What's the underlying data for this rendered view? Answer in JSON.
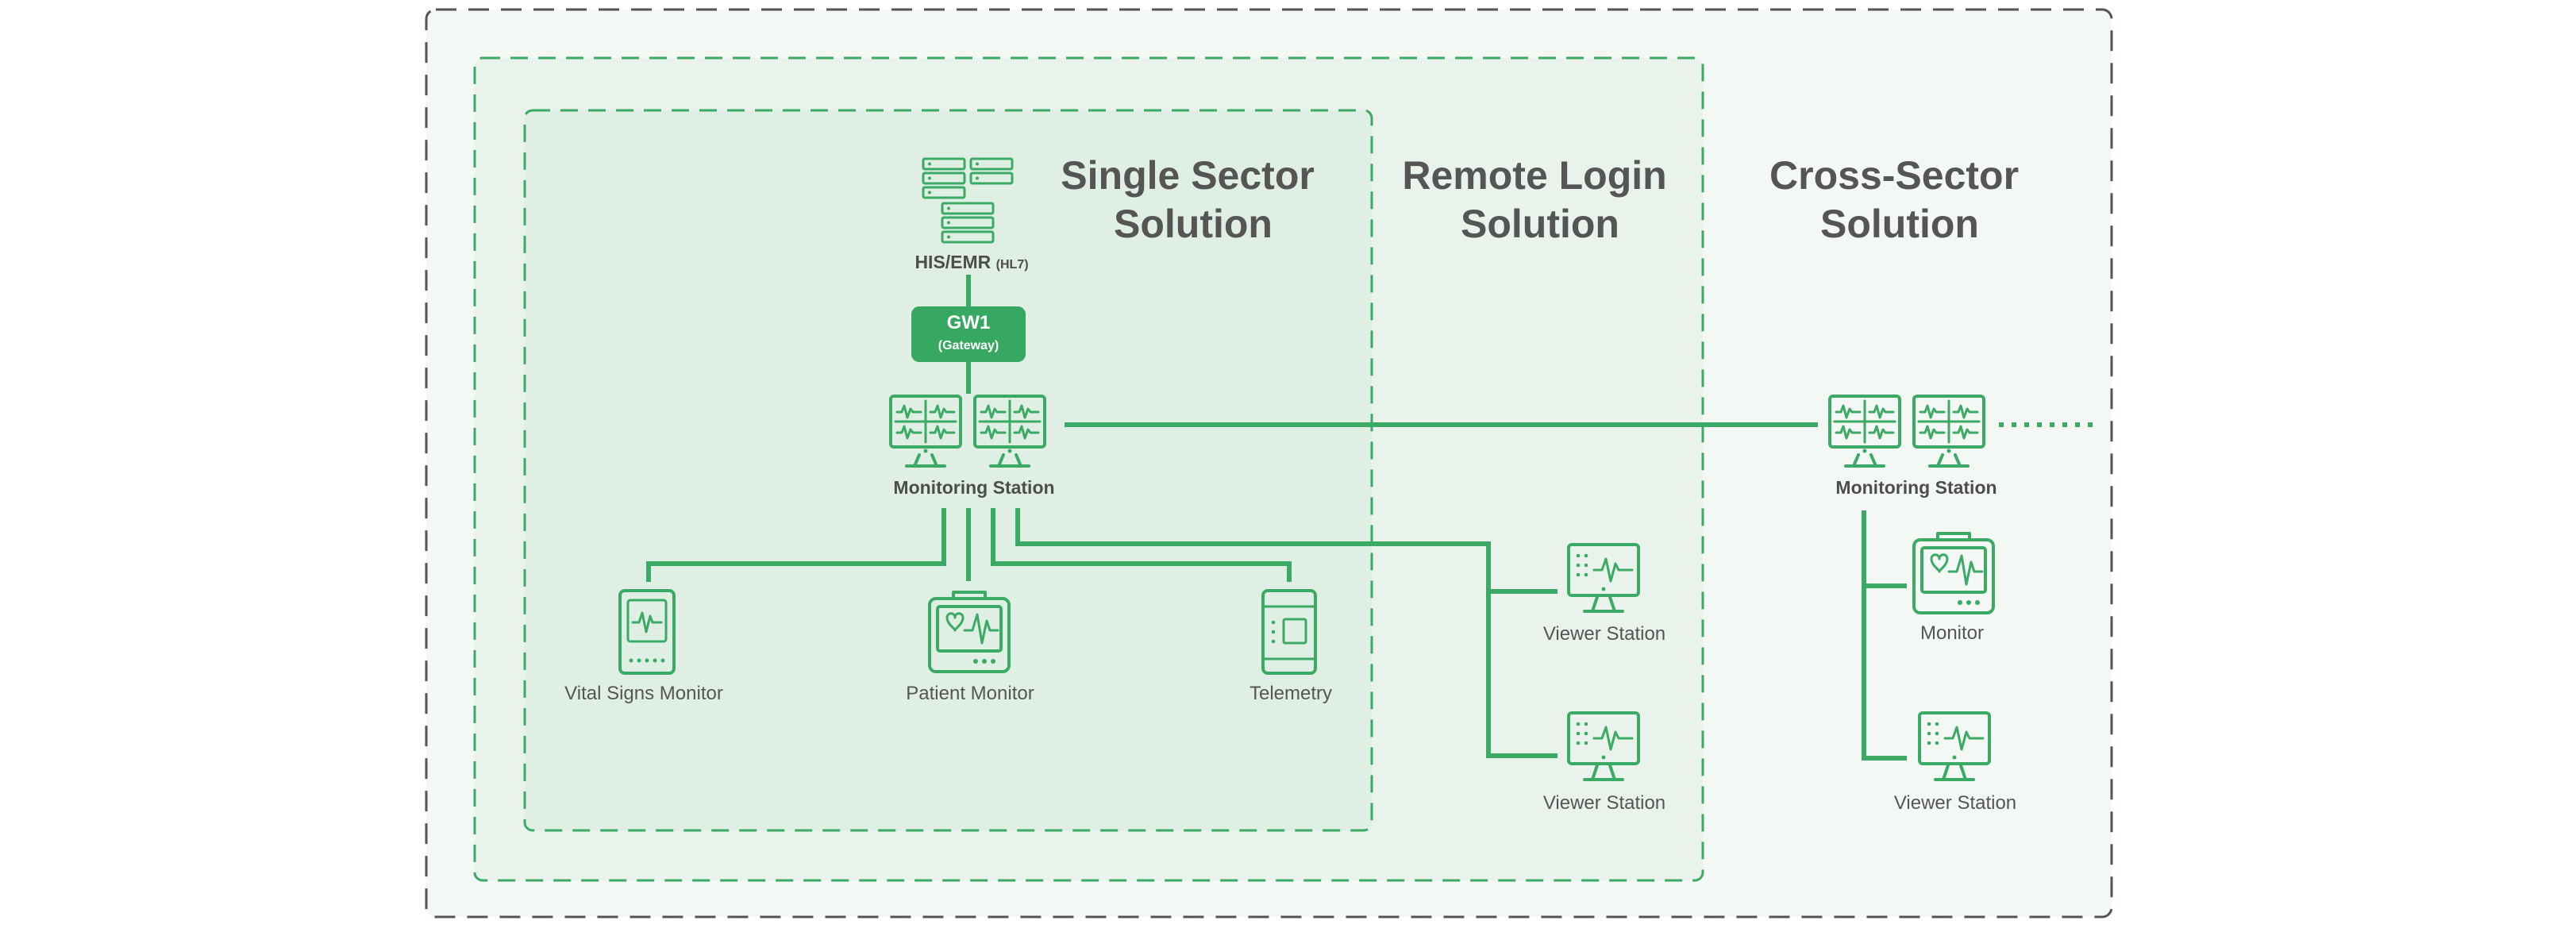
{
  "regions": {
    "single_sector": {
      "line1": "Single Sector",
      "line2": "Solution"
    },
    "remote_login": {
      "line1": "Remote Login",
      "line2": "Solution"
    },
    "cross_sector": {
      "line1": "Cross-Sector",
      "line2": "Solution"
    }
  },
  "nodes": {
    "his_emr": {
      "label": "HIS/EMR",
      "sub": "(HL7)"
    },
    "gateway": {
      "label": "GW1",
      "sub": "(Gateway)"
    },
    "monitoring_station_main": "Monitoring Station",
    "monitoring_station_cross": "Monitoring Station",
    "vital_signs_monitor": "Vital Signs Monitor",
    "patient_monitor": "Patient Monitor",
    "telemetry": "Telemetry",
    "viewer_station_1": "Viewer Station",
    "viewer_station_2": "Viewer Station",
    "monitor_cross": "Monitor",
    "viewer_station_cross": "Viewer Station"
  },
  "colors": {
    "accent": "#3aaa64",
    "gateway_fill": "#36a862",
    "title_text": "#555555",
    "outer_bg": "#f3f8f4",
    "middle_bg": "#e9f3eb",
    "inner_bg": "#e0efe3",
    "outer_border": "#555555"
  }
}
